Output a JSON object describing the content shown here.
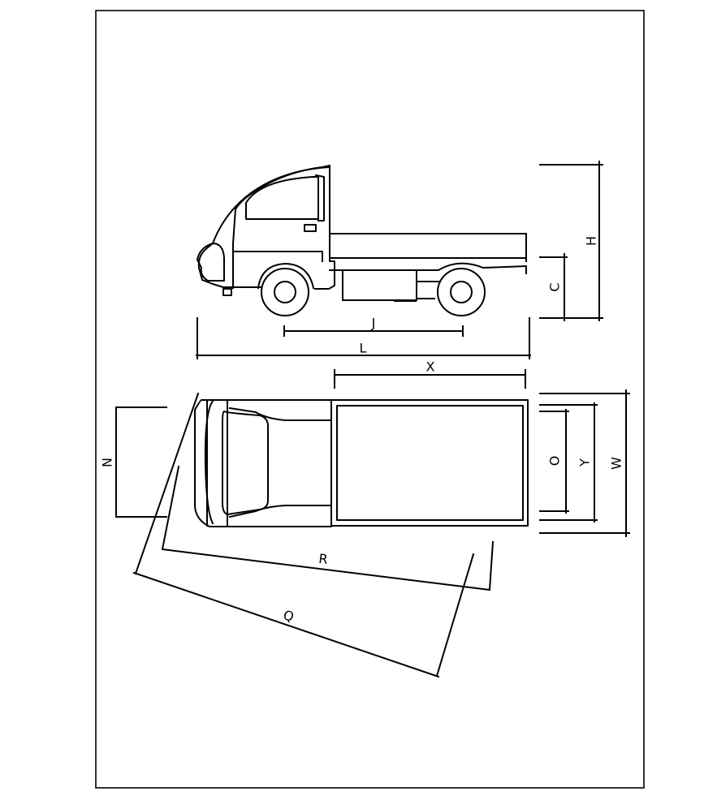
{
  "drawing": {
    "labels": {
      "H": "H",
      "C": "C",
      "J": "J",
      "L": "L",
      "X": "X",
      "N": "N",
      "O": "O",
      "Y": "Y",
      "W": "W",
      "R": "R",
      "Q": "Q"
    },
    "colors": {
      "line": "#000000",
      "background": "#ffffff"
    }
  }
}
